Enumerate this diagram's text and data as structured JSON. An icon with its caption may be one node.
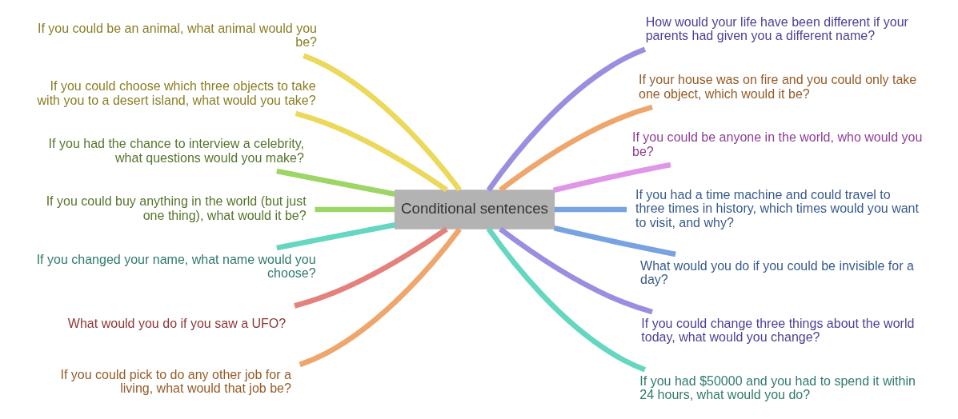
{
  "diagram": {
    "nodes": [
      {
        "text": [
          "Conditional sentences"
        ]
      },
      {
        "text": [
          "If you could be an animal, what animal would you be?"
        ]
      },
      {
        "text": [
          "If you could choose which three objects to take with you to a desert island, what would you take?"
        ]
      },
      {
        "text": [
          "If you had the chance to interview a celebrity, what questions would you make?"
        ]
      },
      {
        "text": [
          "If you could buy anything in the world (but just one thing), what would it be?"
        ]
      },
      {
        "text": [
          "If you changed your name, what name would you choose?"
        ]
      },
      {
        "text": [
          "What would you do if you saw a UFO?"
        ]
      },
      {
        "text": [
          "If you could pick to do any other job for a living, what would that job be?"
        ]
      },
      {
        "text": [
          "How would your life have been different if your parents had given you a different name?"
        ]
      },
      {
        "text": [
          "If your house was on fire and you could only take one object, which would it be?"
        ]
      },
      {
        "text": [
          "If you could be anyone in the world, who would you be?"
        ]
      },
      {
        "text": [
          "If you had a time machine and could travel to three times in history, which times would you want to visit, and why?"
        ]
      },
      {
        "text": [
          "What would you do if you could be invisible for a day?"
        ]
      },
      {
        "text": [
          "If you could change three things about the world today, what would you change?"
        ]
      },
      {
        "text": [
          "If you had $50000 and you had to spend it within 24 hours, what would you do?"
        ]
      }
    ],
    "edges": [
      {
        "from": 0,
        "to": 1,
        "arrow": "none",
        "color": "#ecd85a"
      },
      {
        "from": 0,
        "to": 2,
        "arrow": "none",
        "color": "#ecd85a"
      },
      {
        "from": 0,
        "to": 3,
        "arrow": "none",
        "color": "#9dd566"
      },
      {
        "from": 0,
        "to": 4,
        "arrow": "none",
        "color": "#9dd566"
      },
      {
        "from": 0,
        "to": 5,
        "arrow": "none",
        "color": "#65d6c0"
      },
      {
        "from": 0,
        "to": 6,
        "arrow": "none",
        "color": "#e5817c"
      },
      {
        "from": 0,
        "to": 7,
        "arrow": "none",
        "color": "#efa66c"
      },
      {
        "from": 0,
        "to": 8,
        "arrow": "none",
        "color": "#9a8ee0"
      },
      {
        "from": 0,
        "to": 9,
        "arrow": "none",
        "color": "#efa66c"
      },
      {
        "from": 0,
        "to": 10,
        "arrow": "none",
        "color": "#e096e6"
      },
      {
        "from": 0,
        "to": 11,
        "arrow": "none",
        "color": "#78a3e3"
      },
      {
        "from": 0,
        "to": 12,
        "arrow": "none",
        "color": "#78a3e3"
      },
      {
        "from": 0,
        "to": 13,
        "arrow": "none",
        "color": "#9a8ee0"
      },
      {
        "from": 0,
        "to": 14,
        "arrow": "none",
        "color": "#65d6c0"
      }
    ]
  }
}
